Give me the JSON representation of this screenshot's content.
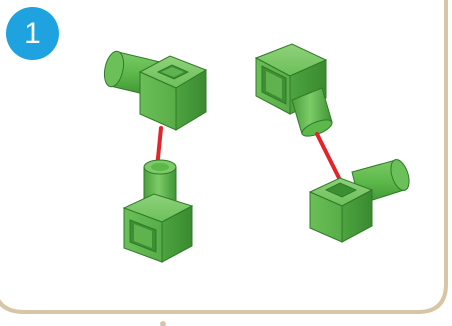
{
  "step": {
    "number": "1"
  },
  "illustration": {
    "parts": [
      "elbow-block-top-left",
      "straight-block-bottom-left",
      "elbow-block-top-right",
      "elbow-block-bottom-right"
    ],
    "connector_color": "#e0262b",
    "part_color": "#5cb84a",
    "frame_color": "#d6c6a6"
  }
}
